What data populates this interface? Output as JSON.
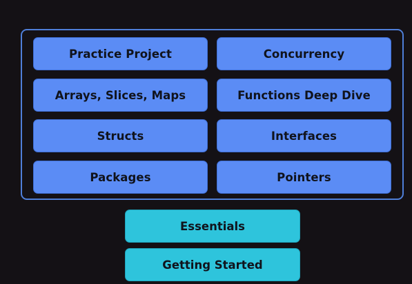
{
  "diagram": {
    "advanced_group": {
      "items": [
        "Practice Project",
        "Concurrency",
        "Arrays, Slices, Maps",
        "Functions Deep Dive",
        "Structs",
        "Interfaces",
        "Packages",
        "Pointers"
      ]
    },
    "foundation": {
      "items": [
        "Essentials",
        "Getting Started"
      ]
    }
  },
  "colors": {
    "background": "#141115",
    "group_border": "#4f7fd9",
    "module_fill": "#5b8cf5",
    "foundation_fill": "#2ec4dc",
    "text": "#10131c"
  }
}
